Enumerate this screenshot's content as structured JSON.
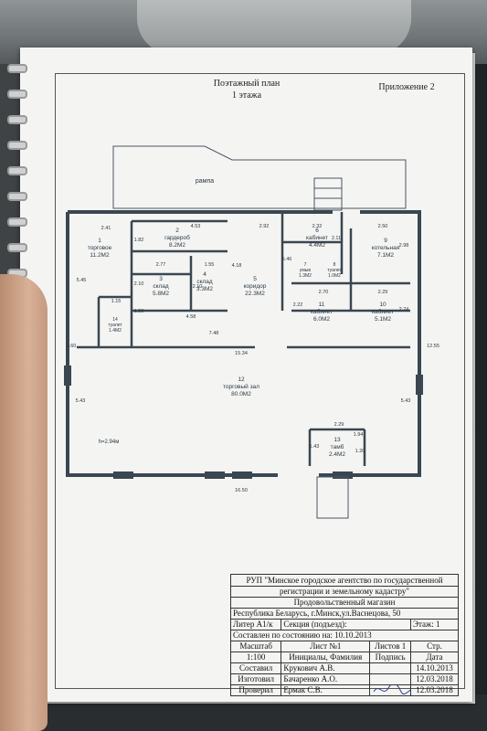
{
  "header": {
    "title_line1": "Поэтажный план",
    "title_line2": "1 этажа",
    "appendix": "Приложение 2"
  },
  "plan": {
    "ramp_label": "рампа",
    "height_label": "h=2.94м",
    "rooms": [
      {
        "number": "1",
        "name": "торговое",
        "area": "11.2М2"
      },
      {
        "number": "2",
        "name": "гардероб",
        "area": "8.2М2"
      },
      {
        "number": "3",
        "name": "склад",
        "area": "5.8М2"
      },
      {
        "number": "4",
        "name": "склад",
        "area": "3.3М2"
      },
      {
        "number": "5",
        "name": "коридор",
        "area": "22.3М2"
      },
      {
        "number": "6",
        "name": "кабинет",
        "area": "4.4М2"
      },
      {
        "number": "7",
        "name": "умыв",
        "area": "1.3М2"
      },
      {
        "number": "8",
        "name": "туалет",
        "area": "1.0М2"
      },
      {
        "number": "9",
        "name": "котельная",
        "area": "7.1М2"
      },
      {
        "number": "10",
        "name": "кабинет",
        "area": "5.1М2"
      },
      {
        "number": "11",
        "name": "кабинет",
        "area": "6.0М2"
      },
      {
        "number": "12",
        "name": "торговый зал",
        "area": "80.0М2"
      },
      {
        "number": "13",
        "name": "тамб",
        "area": "2.4М2"
      },
      {
        "number": "14",
        "name": "туалет",
        "area": "1.4М2"
      }
    ],
    "dims": {
      "d241": "2.41",
      "d453": "4.53",
      "d292": "2.92",
      "d232": "2.32",
      "d250": "2.50",
      "d182": "1.82",
      "d545": "5.45",
      "d277": "2.77",
      "d155": "1.55",
      "d210": "2.10",
      "d210b": "2.10",
      "d418": "4.18",
      "d546": "5.46",
      "d211": "2.11",
      "d298": "2.98",
      "d115": "1.15",
      "d150": "1.50",
      "d458": "4.58",
      "d270": "2.70",
      "d229": "2.29",
      "d222": "2.22",
      "d274": "2.74",
      "d748": "7.48",
      "d060": "0.60",
      "d1534": "15.34",
      "d1255": "12.55",
      "d543": "5.43",
      "d543b": "5.43",
      "d229b": "2.29",
      "d194": "1.94",
      "d143": "1.43",
      "d120": "1.20",
      "d1650": "16.50"
    }
  },
  "title_block": {
    "org_line1": "РУП \"Минское городское агентство по государственной",
    "org_line2": "регистрации и земельному кадастру\"",
    "object": "Продовольственный магазин",
    "address": "Республика Беларусь, г.Минск,ул.Васнецова, 50",
    "liter": "Литер  А1/к",
    "section": "Секция (подъезд):",
    "floor": "Этаж: 1",
    "state_date": "Составлен по состоянию на:  10.10.2013",
    "h_scale": "Масштаб",
    "h_sheet": "Лист  №1",
    "h_sheets": "Листов  1",
    "h_page": "Стр.",
    "scale": "1:100",
    "h_initials": "Инициалы, Фамилия",
    "h_signature": "Подпись",
    "h_date": "Дата",
    "r1_role": "Составил",
    "r1_name": "Крукович А.В.",
    "r1_date": "14.10.2013",
    "r2_role": "Изготовил",
    "r2_name": "Бачаренко А.О.",
    "r2_date": "12.03.2018",
    "r3_role": "Проверил",
    "r3_name": "Ермак С.В.",
    "r3_date": "12.03.2018"
  }
}
